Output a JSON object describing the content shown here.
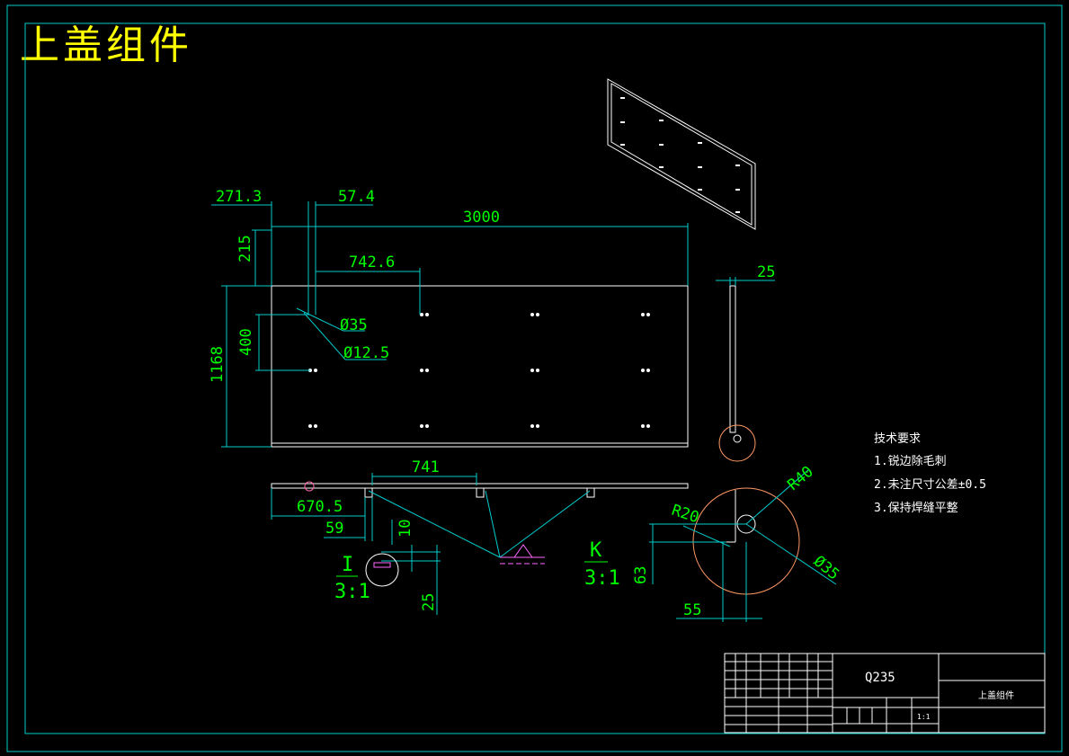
{
  "drawing_title": "上盖组件",
  "dimensions": {
    "d271": "271.3",
    "d57": "57.4",
    "d3000": "3000",
    "d742": "742.6",
    "d215": "215",
    "d1168": "1168",
    "d400": "400",
    "dia35": "Ø35",
    "dia12": "Ø12.5",
    "d25top": "25",
    "d741": "741",
    "d670": "670.5",
    "d59": "59",
    "d10": "10",
    "d25": "25",
    "r40": "R40",
    "r20": "R20",
    "dia35b": "Ø35",
    "d63": "63",
    "d55": "55"
  },
  "details": {
    "i_label": "I",
    "i_scale": "3:1",
    "k_label": "K",
    "k_scale": "3:1"
  },
  "tech_requirements": {
    "heading": "技术要求",
    "items": [
      "1.锐边除毛刺",
      "2.未注尺寸公差±0.5",
      "3.保持焊缝平整"
    ]
  },
  "title_block": {
    "material": "Q235",
    "part_name": "上盖组件",
    "scale": "1:1"
  },
  "colors": {
    "frame": "#00cccc",
    "dimension": "#00ff00",
    "geometry": "#ffffff",
    "title": "#ffff00"
  }
}
